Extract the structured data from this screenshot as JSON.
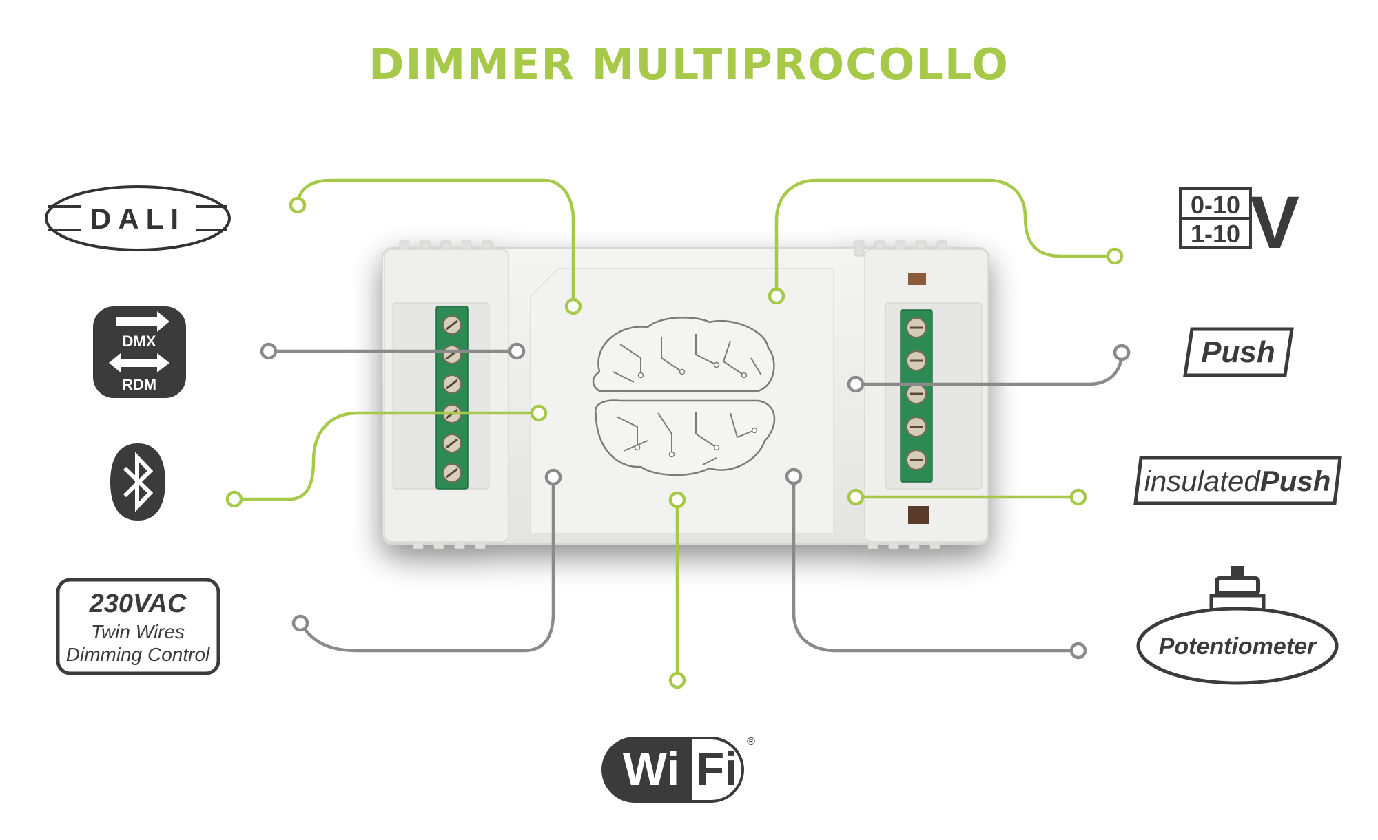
{
  "title": "DIMMER MULTIPROCOLLO",
  "colors": {
    "accent": "#a6c94a",
    "gray_line": "#8a8a8a",
    "dark": "#3b3b3b",
    "terminal": "#2f8a55"
  },
  "protocols": {
    "dali": "DALI",
    "dmx_top": "DMX",
    "dmx_bottom": "RDM",
    "bluetooth_icon": "bluetooth-icon",
    "vac_title": "230VAC",
    "vac_line1": "Twin Wires",
    "vac_line2": "Dimming Control",
    "wifi_left": "Wi",
    "wifi_right": "Fi",
    "wifi_mark": "®",
    "v_line1": "0-10",
    "v_line2": "1-10",
    "v_big": "V",
    "push": "Push",
    "ins_light": "insulated",
    "ins_bold": "Push",
    "potentiometer": "Potentiometer"
  }
}
